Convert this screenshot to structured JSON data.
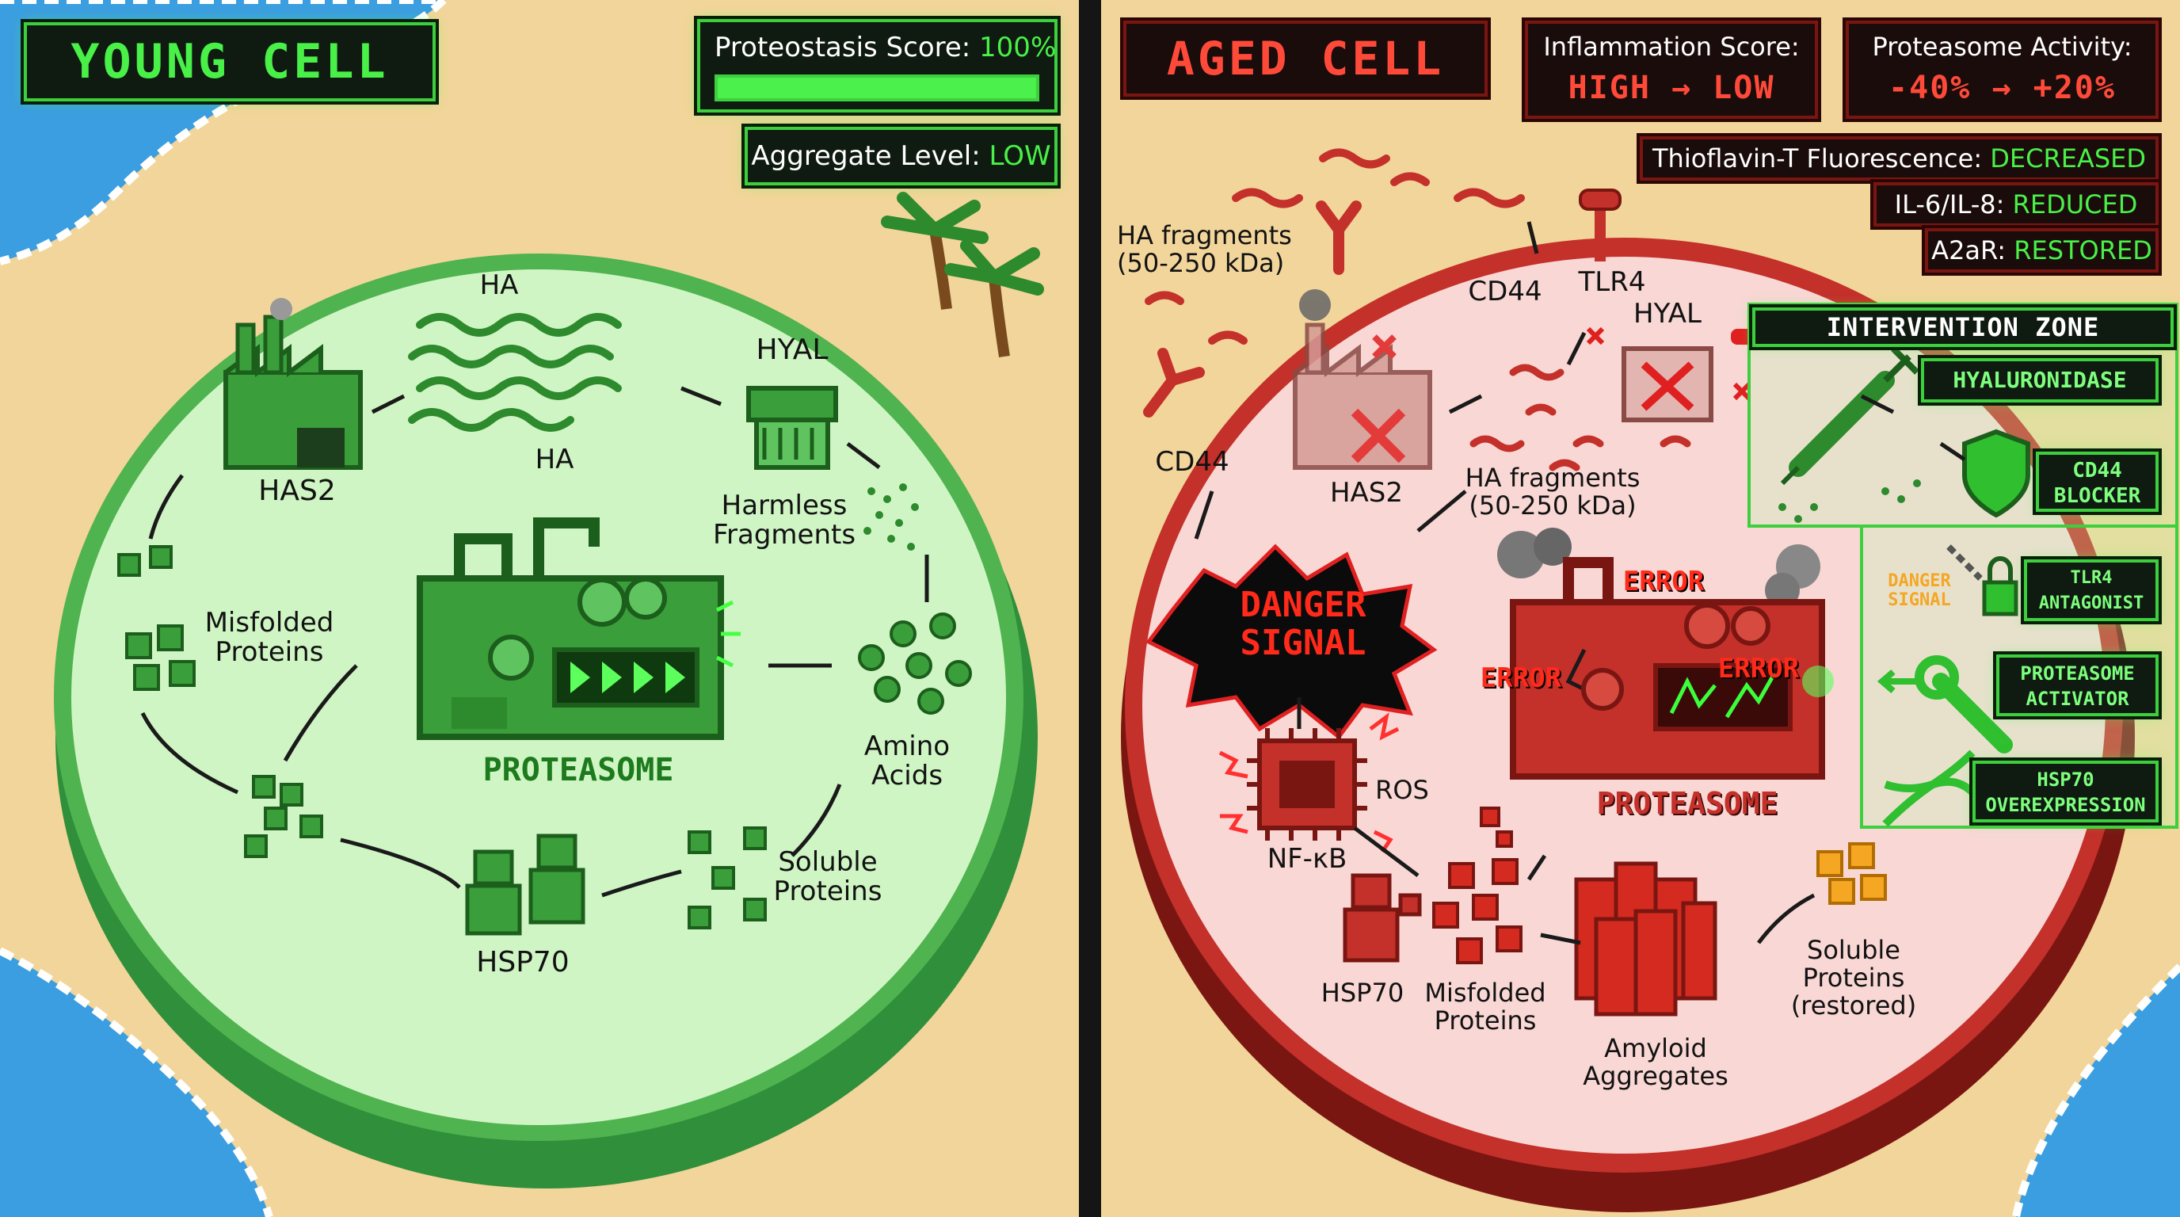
{
  "young": {
    "title": "YOUNG CELL",
    "proteostasis_label": "Proteostasis Score:",
    "proteostasis_value": "100%",
    "proteostasis_fraction": 1.0,
    "aggregate_label": "Aggregate Level:",
    "aggregate_value": "LOW",
    "labels": {
      "ha_top": "HA",
      "ha_bottom": "HA",
      "hyal": "HYAL",
      "has2": "HAS2",
      "harmless": "Harmless\nFragments",
      "misfolded": "Misfolded\nProteins",
      "proteasome": "PROTEASOME",
      "amino": "Amino\nAcids",
      "soluble": "Soluble\nProteins",
      "hsp70": "HSP70"
    }
  },
  "aged": {
    "title": "AGED CELL",
    "inflammation_label": "Inflammation Score:",
    "inflammation_value": "HIGH → LOW",
    "proteasome_activity_label": "Proteasome Activity:",
    "proteasome_activity_value": "-40% → +20%",
    "status": [
      {
        "label": "Thioflavin-T Fluorescence:",
        "value": "DECREASED"
      },
      {
        "label": "IL-6/IL-8:",
        "value": "REDUCED"
      },
      {
        "label": "A2aR:",
        "value": "RESTORED"
      }
    ],
    "labels": {
      "ha_fragments_outer": "HA fragments\n(50-250 kDa)",
      "cd44_top": "CD44",
      "tlr4": "TLR4",
      "hyal": "HYAL",
      "cd44_left": "CD44",
      "has2": "HAS2",
      "ha_fragments_inner": "HA fragments\n(50-250 kDa)",
      "danger_signal": "DANGER\nSIGNAL",
      "error_top": "ERROR",
      "error_left": "ERROR",
      "error_right": "ERROR",
      "proteasome": "PROTEASOME",
      "ros": "ROS",
      "nfkb": "NF-κB",
      "hsp70": "HSP70",
      "misfolded": "Misfolded\nProteins",
      "amyloid": "Amyloid\nAggregates",
      "soluble_restored": "Soluble\nProteins\n(restored)"
    },
    "intervention": {
      "title": "INTERVENTION ZONE",
      "danger_small": "DANGER\nSIGNAL",
      "items": [
        {
          "label": "HYALURONIDASE",
          "icon": "syringe-icon"
        },
        {
          "label": "CD44\nBLOCKER",
          "icon": "shield-icon"
        },
        {
          "label": "TLR4\nANTAGONIST",
          "icon": "padlock-icon"
        },
        {
          "label": "PROTEASOME\nACTIVATOR",
          "icon": "wrench-icon"
        },
        {
          "label": "HSP70\nOVEREXPRESSION",
          "icon": "dna-icon"
        }
      ]
    }
  },
  "colors": {
    "green_accent": "#3ecf3e",
    "green_text": "#48f048",
    "red_accent": "#d42a1f",
    "red_text": "#ff4a3a",
    "sand": "#f2d59a",
    "ocean": "#3b9ee0"
  }
}
